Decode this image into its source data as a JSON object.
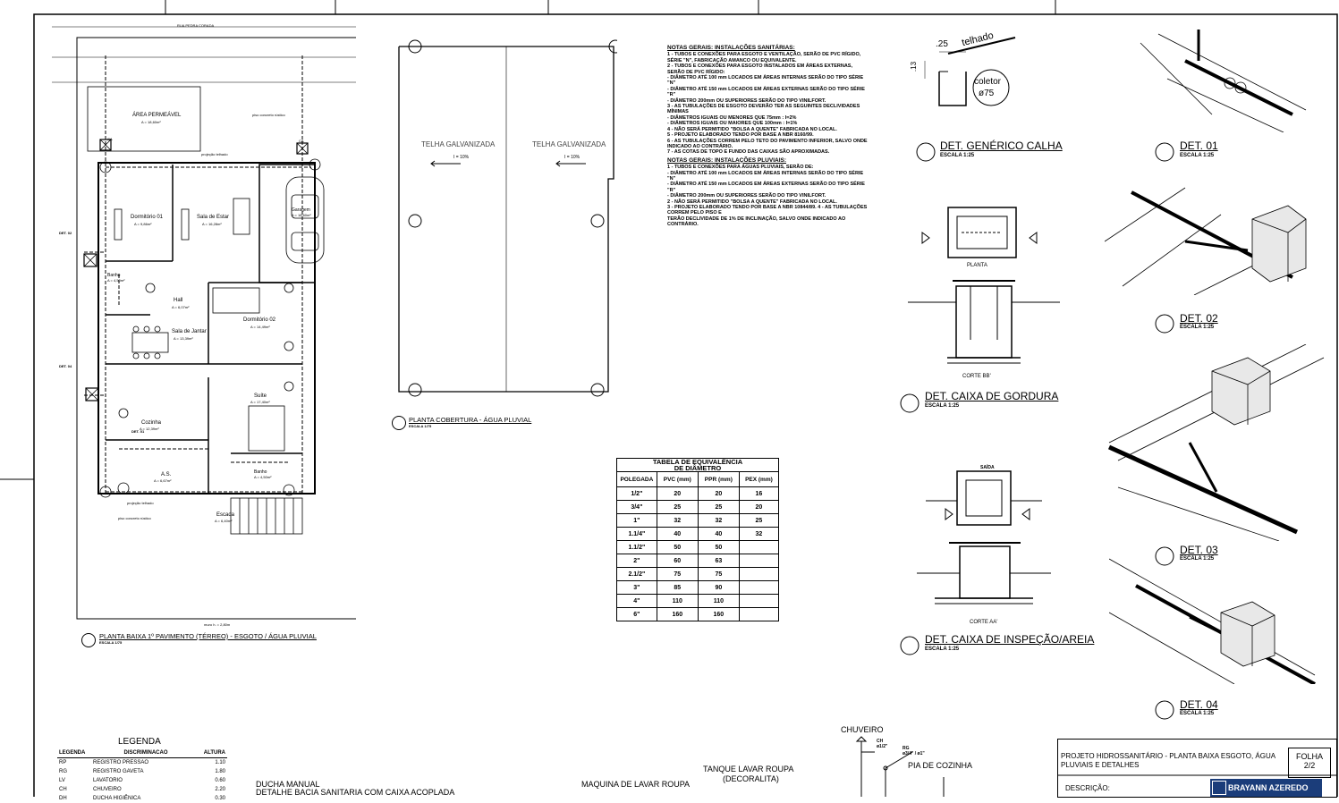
{
  "sheet": {
    "planta_baixa_title": "PLANTA BAIXA 1º PAVIMENTO (TÉRREO) - ESGOTO / ÁGUA PLUVIAL",
    "planta_baixa_scale": "ESCALA 1/75",
    "cobertura_title": "PLANTA COBERTURA - ÁGUA PLUVIAL",
    "cobertura_scale": "ESCALA 1/75",
    "telha_left": "TELHA GALVANIZADA",
    "telha_right": "TELHA GALVANIZADA",
    "slope_left": "I = 10%",
    "slope_right": "I = 10%",
    "street": "RUA PEDRA CORADA",
    "rooms": [
      {
        "name": "ÁREA PERMEÁVEL",
        "area": "A = 18,60m²"
      },
      {
        "name": "Dormitório 01",
        "area": "A = 9,86m²"
      },
      {
        "name": "Sala de Estar",
        "area": "A = 16,28m²"
      },
      {
        "name": "Garagem",
        "area": "A = 18,60m²"
      },
      {
        "name": "Banho",
        "area": "A = 4,50m²"
      },
      {
        "name": "Hall",
        "area": "A = 6,07m²"
      },
      {
        "name": "Dormitório 02",
        "area": "A = 14,49m²"
      },
      {
        "name": "Sala de Jantar",
        "area": "A = 13,39m²"
      },
      {
        "name": "Suíte",
        "area": "A = 17,40m²"
      },
      {
        "name": "Cozinha",
        "area": "A = 12,39m²"
      },
      {
        "name": "A.S.",
        "area": "A = 6,67m²"
      },
      {
        "name": "Banho",
        "area": "A = 4,50m²"
      },
      {
        "name": "Escada",
        "area": "A = 6,40m²"
      }
    ],
    "plan_labels": {
      "det01": "DET. 01",
      "det02": "DET. 02",
      "det04": "DET. 04",
      "cx": "CX",
      "ca": "CA",
      "projecao": "projeção telhado",
      "piso": "piso concreto rústico",
      "muro": "muro h. = 2,80m"
    }
  },
  "notes": {
    "sanitary_title": "NOTAS GERAIS: INSTALAÇÕES SANITÁRIAS:",
    "sanitary": [
      "1 - TUBOS E CONEXÕES PARA ESGOTO E VENTILAÇÃO, SERÃO DE PVC RÍGIDO,",
      "    SÉRIE \"N\", FABRICAÇÃO AMANCO OU EQUIVALENTE.",
      "2 - TUBOS E CONEXÕES PARA ESGOTO INSTALADOS EM ÁREAS EXTERNAS, SERÃO DE PVC RÍGIDO:",
      "  - DIÂMETRO ATÉ 100 mm LOCADOS EM ÁREAS INTERNAS SERÃO DO TIPO SÉRIE \"N\"",
      "  - DIÂMETRO ATÉ 150 mm LOCADOS EM ÁREAS EXTERNAS SERÃO DO TIPO SÉRIE \"R\"",
      "  - DIÂMETRO 200mm OU SUPERIORES SERÃO DO TIPO VINILFORT.",
      "3 - AS TUBULAÇÕES DE ESGOTO DEVERÃO TER AS SEGUINTES DECLIVIDADES MÍNIMAS",
      "  - DIÂMETROS IGUAIS OU MENORES QUE 75mm : I=2%",
      "  - DIÂMETROS IGUAIS OU MAIORES QUE 100mm : I=1%",
      "4 - NÃO SERÁ PERMITIDO \"BOLSA A QUENTE\" FABRICADA NO LOCAL.",
      "5 - PROJETO ELABORADO TENDO POR BASE A NBR 8160/99.",
      "6 - AS TUBULAÇÕES CORREM PELO TETO DO PAVIMENTO INFERIOR, SALVO ONDE INDICADO AO CONTRÁRIO.",
      "7 - AS COTAS DE TOPO E FUNDO DAS CAIXAS SÃO APROXIMADAS."
    ],
    "pluvial_title": "NOTAS GERAIS: INSTALAÇÕES PLUVIAIS:",
    "pluvial": [
      "1 - TUBOS E CONEXÕES PARA ÁGUAS PLUVIAIS, SERÃO DE:",
      "  - DIÂMETRO ATÉ 100 mm LOCADOS EM ÁREAS INTERNAS SERÃO DO TIPO SÉRIE \"N\"",
      "  - DIÂMETRO ATÉ 150 mm LOCADOS EM ÁREAS EXTERNAS SERÃO DO TIPO SÉRIE \"R\"",
      "  - DIÂMETRO 200mm OU SUPERIORES SERÃO DO TIPO VINILFORT.",
      "2 - NÃO SERÁ PERMITIDO \"BOLSA A QUENTE\" FABRICADA NO LOCAL.",
      "3 - PROJETO ELABORADO TENDO POR BASE A NBR 10844/89. 4 - AS TUBULAÇÕES CORREM PELO PISO E",
      "    TERÃO DECLIVIDADE DE 1% DE INCLINAÇÃO, SALVO ONDE INDICADO AO CONTRÁRIO."
    ]
  },
  "details": {
    "calha": {
      "title": "DET. GENÉRICO CALHA",
      "scale": "ESCALA 1:25",
      "telhado": "telhado",
      "coletor": "coletor",
      "diam": "ø75",
      "dim": ".25",
      "dim2": ".13"
    },
    "gordura": {
      "title": "DET. CAIXA DE GORDURA",
      "scale": "ESCALA 1:25",
      "planta": "PLANTA",
      "corte": "CORTE BB'"
    },
    "inspecao": {
      "title": "DET. CAIXA DE INSPEÇÃO/AREIA",
      "scale": "ESCALA 1:25",
      "corte": "CORTE AA'",
      "saida": "SAÍDA"
    },
    "det01": {
      "title": "DET. 01",
      "scale": "ESCALA 1:25"
    },
    "det02": {
      "title": "DET. 02",
      "scale": "ESCALA 1:25"
    },
    "det03": {
      "title": "DET. 03",
      "scale": "ESCALA 1:25"
    },
    "det04": {
      "title": "DET. 04",
      "scale": "ESCALA 1:25"
    }
  },
  "equivalence_table": {
    "title1": "TABELA DE EQUIVALÊNCIA",
    "title2": "DE DIÂMETRO",
    "headers": [
      "POLEGADA",
      "PVC (mm)",
      "PPR (mm)",
      "PEX (mm)"
    ],
    "rows": [
      [
        "1/2\"",
        "20",
        "20",
        "16"
      ],
      [
        "3/4\"",
        "25",
        "25",
        "20"
      ],
      [
        "1\"",
        "32",
        "32",
        "25"
      ],
      [
        "1.1/4\"",
        "40",
        "40",
        "32"
      ],
      [
        "1.1/2\"",
        "50",
        "50",
        ""
      ],
      [
        "2\"",
        "60",
        "63",
        ""
      ],
      [
        "2.1/2\"",
        "75",
        "75",
        ""
      ],
      [
        "3\"",
        "85",
        "90",
        ""
      ],
      [
        "4\"",
        "110",
        "110",
        ""
      ],
      [
        "6\"",
        "160",
        "160",
        ""
      ]
    ]
  },
  "legend": {
    "title": "LEGENDA",
    "headers": [
      "LEGENDA",
      "DISCRIMINACAO",
      "ALTURA"
    ],
    "rows": [
      [
        "RP",
        "REGISTRO PRESSAO",
        "1.10"
      ],
      [
        "RG",
        "REGISTRO GAVETA",
        "1.80"
      ],
      [
        "LV",
        "LAVATORIO",
        "0.60"
      ],
      [
        "CH",
        "CHUVEIRO",
        "2.20"
      ],
      [
        "DH",
        "DUCHA HIGIÊNICA",
        "0.30"
      ]
    ]
  },
  "bottom": {
    "ducha1": "DUCHA MANUAL",
    "ducha2": "DETALHE BACIA SANITARIA COM CAIXA ACOPLADA",
    "maquina": "MAQUINA DE LAVAR ROUPA",
    "tanque1": "TANQUE LAVAR ROUPA",
    "tanque2": "(DECORALITA)",
    "chuveiro": "CHUVEIRO",
    "pia": "PIA DE COZINHA",
    "ch_label": "CH",
    "ch_diam": "ø1/2\"",
    "rg_label": "RG",
    "rg_diam": "ø3/4\" / ø1\""
  },
  "title_block": {
    "project": "PROJETO HIDROSSANITÁRIO - PLANTA BAIXA ESGOTO, ÁGUA PLUVIAIS E DETALHES",
    "folha_label": "FOLHA",
    "folha_value": "2/2",
    "descricao": "DESCRIÇÃO:",
    "author": "BRAYANN AZEREDO"
  }
}
